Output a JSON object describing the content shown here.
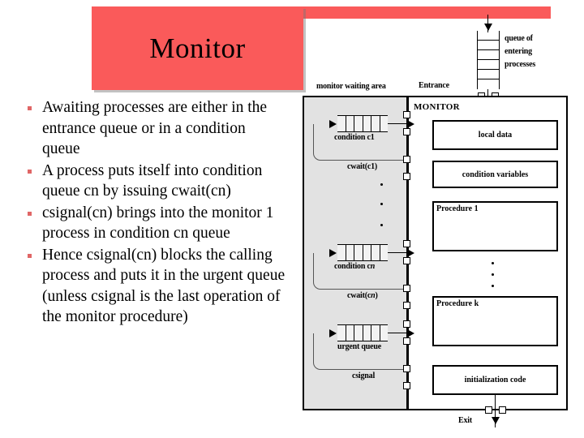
{
  "slide": {
    "title": "Monitor",
    "accent_color": "#fa5a5a",
    "bullet_color": "#e06666",
    "waiting_area_color": "#e2e2e2",
    "bullets": [
      "Awaiting processes are either in the entrance queue or in a condition queue",
      "A process puts itself into condition queue cn by issuing cwait(cn)",
      "csignal(cn) brings into the monitor 1 process in condition cn queue",
      "Hence csignal(cn) blocks the calling process and puts it in the urgent queue (unless csignal is the last operation of the monitor procedure)"
    ]
  },
  "diagram": {
    "entry_queue_label": "queue of entering processes",
    "entry_queue_cells": 6,
    "entrance_label": "Entrance",
    "exit_label": "Exit",
    "waiting_area_label": "monitor waiting area",
    "monitor_label": "MONITOR",
    "queues": [
      {
        "name": "condition c1",
        "wait_label": "cwait(c1)",
        "segments": 6
      },
      {
        "name": "condition cn",
        "wait_label": "cwait(cn)",
        "segments": 6
      },
      {
        "name": "urgent queue",
        "wait_label": "csignal",
        "segments": 6
      }
    ],
    "monitor_boxes": [
      {
        "label": "local data",
        "align": "center"
      },
      {
        "label": "condition variables",
        "align": "center"
      },
      {
        "label": "Procedure 1",
        "align": "topleft"
      },
      {
        "label": "Procedure k",
        "align": "topleft"
      },
      {
        "label": "initialization code",
        "align": "center"
      }
    ]
  }
}
